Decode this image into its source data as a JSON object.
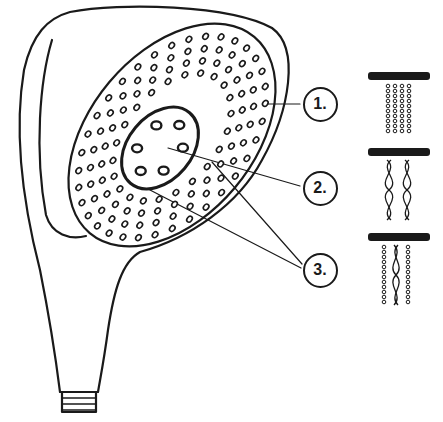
{
  "diagram": {
    "nodes": [
      {
        "text": [
          "1."
        ]
      },
      {
        "text": [
          "2."
        ]
      },
      {
        "text": [
          "3."
        ]
      }
    ]
  }
}
